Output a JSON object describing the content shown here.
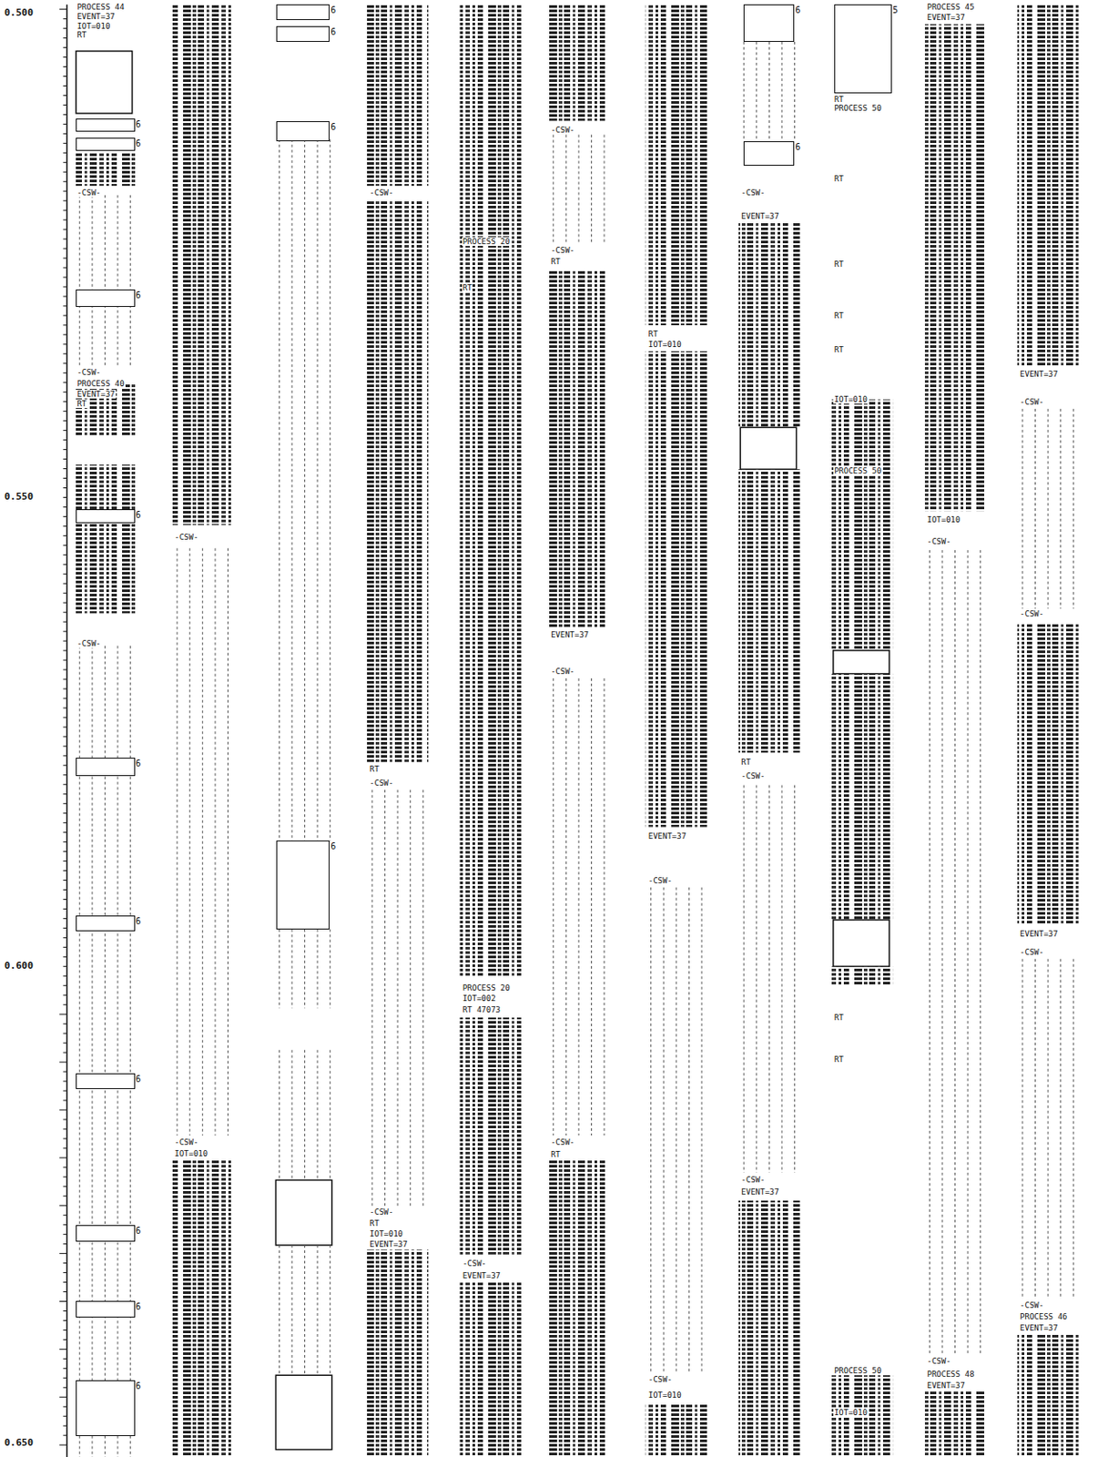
{
  "diagram": {
    "nodes": [
      {
        "text": [
          "6"
        ]
      },
      {
        "text": [
          "6"
        ]
      },
      {
        "text": [
          "6"
        ]
      },
      {
        "text": [
          "6"
        ]
      },
      {
        "text": [
          "6"
        ]
      },
      {
        "text": [
          "6"
        ]
      },
      {
        "text": [
          "6"
        ]
      },
      {
        "text": [
          "6"
        ]
      },
      {
        "text": [
          "6"
        ]
      },
      {
        "text": [
          "6"
        ]
      },
      {
        "text": [
          "6"
        ]
      },
      {
        "text": [
          "6"
        ]
      },
      {
        "text": [
          "6"
        ]
      },
      {
        "text": [
          "6"
        ]
      },
      {
        "text": [
          "6"
        ]
      },
      {
        "text": [
          "6"
        ]
      },
      {
        "text": [
          "5"
        ]
      }
    ],
    "labels": [
      "0.500",
      "0.550",
      "0.600",
      "0.650",
      "PROCESS 44",
      "EVENT=37",
      "IOT=010",
      "RT",
      "-CSW-",
      "-CSW-",
      "PROCESS 40",
      "EVENT=37",
      "RT",
      "-CSW-",
      "-CSW-",
      "-CSW-",
      "IOT=010",
      "-CSW-",
      "RT",
      "-CSW-",
      "-CSW-",
      "RT",
      "IOT=010",
      "EVENT=37",
      "PROCESS 20",
      "RT",
      "PROCESS 20",
      "IOT=002",
      "RT 47073",
      "-CSW-",
      "EVENT=37",
      "-CSW-",
      "-CSW-",
      "RT",
      "EVENT=37",
      "-CSW-",
      "-CSW-",
      "RT",
      "RT",
      "IOT=010",
      "EVENT=37",
      "-CSW-",
      "-CSW-",
      "IOT=010",
      "-CSW-",
      "EVENT=37",
      "RT",
      "-CSW-",
      "-CSW-",
      "EVENT=37",
      "RT",
      "PROCESS 50",
      "RT",
      "RT",
      "RT",
      "RT",
      "IOT=010",
      "PROCESS 50",
      "RT",
      "RT",
      "PROCESS 50",
      "IOT=010",
      "PROCESS 45",
      "EVENT=37",
      "IOT=010",
      "-CSW-",
      "-CSW-",
      "PROCESS 48",
      "EVENT=37",
      "EVENT=37",
      "-CSW-",
      "-CSW-",
      "EVENT=37",
      "-CSW-",
      "-CSW-",
      "PROCESS 46",
      "EVENT=37"
    ]
  }
}
